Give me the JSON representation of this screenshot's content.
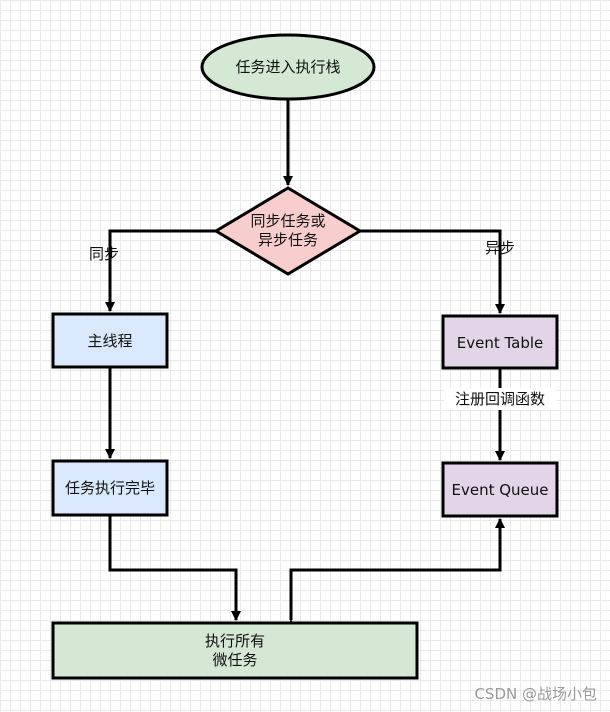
{
  "colors": {
    "ellipse_fill": "#d5e8d4",
    "decision_fill": "#f8cecc",
    "blue_fill": "#dae8fc",
    "purple_fill": "#e1d5e7",
    "green_fill": "#d5e8d4",
    "stroke": "#000000",
    "grid": "#e9e9e9",
    "watermark": "#9a9a9a"
  },
  "nodes": {
    "start": {
      "label": "任务进入执行栈"
    },
    "decision": {
      "line1": "同步任务或",
      "line2": "异步任务"
    },
    "main_thread": {
      "label": "主线程"
    },
    "task_done": {
      "label": "任务执行完毕"
    },
    "event_table": {
      "label": "Event Table"
    },
    "event_queue": {
      "label": "Event Queue"
    },
    "microtasks": {
      "line1": "执行所有",
      "line2": "微任务"
    }
  },
  "edges": {
    "sync_label": "同步",
    "async_label": "异步",
    "register_label": "注册回调函数"
  },
  "watermark": "CSDN @战场小包"
}
